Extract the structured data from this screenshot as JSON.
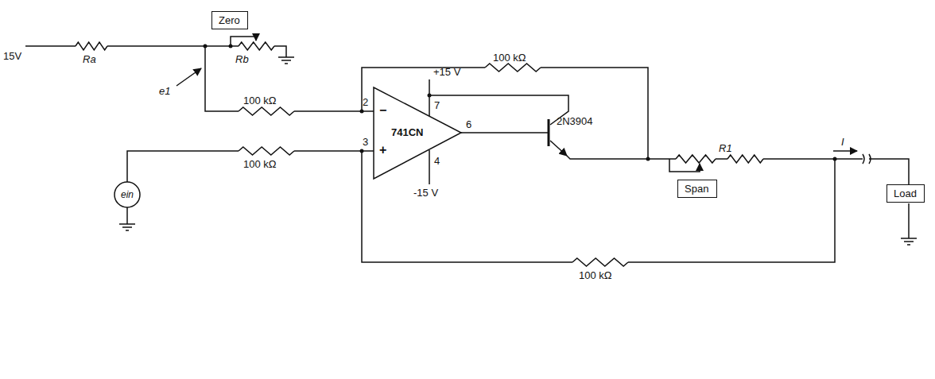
{
  "diagram": {
    "nodes": [
      {
        "text": [
          "Zero"
        ]
      },
      {
        "text": [
          "ein"
        ]
      },
      {
        "text": [
          "−",
          "+",
          "741CN"
        ]
      },
      {
        "text": [
          "Span"
        ]
      },
      {
        "text": [
          "Load"
        ]
      }
    ],
    "labels": [
      "15V",
      "Ra",
      "Rb",
      "e1",
      "100 kΩ",
      "+15 V",
      "7",
      "2",
      "6",
      "2N3904",
      "100 kΩ",
      "100 kΩ",
      "3",
      "4",
      "-15 V",
      "R1",
      "I",
      "100 kΩ"
    ]
  }
}
